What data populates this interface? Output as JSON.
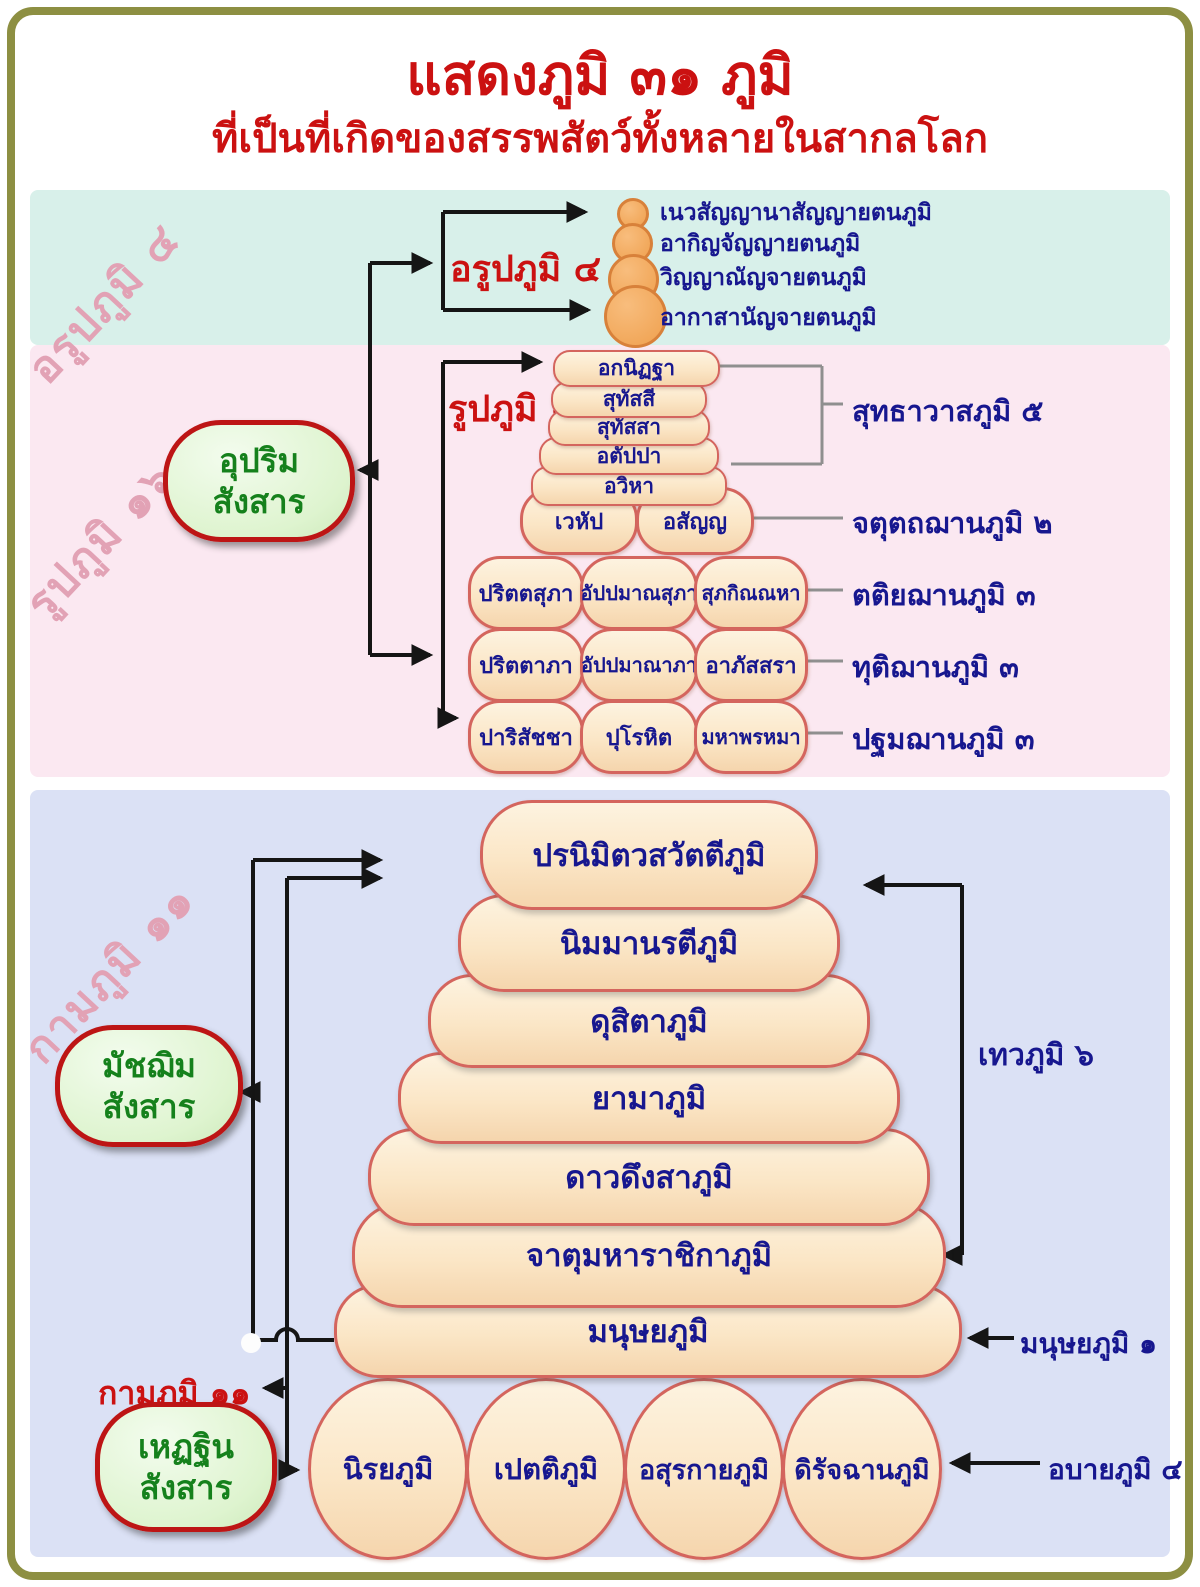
{
  "title": "แสดงภูมิ ๓๑ ภูมิ",
  "subtitle": "ที่เป็นที่เกิดของสรรพสัตว์ทั้งหลายในสากลโลก",
  "colors": {
    "frame": "#8d8f42",
    "title_red": "#cb1111",
    "navy_text": "#17178f",
    "green_text": "#15811c",
    "bubble_border_red": "#bd1515",
    "watermark_pink": "#e2a2b5",
    "arupa_band": "#d8f0ea",
    "rupa_band": "#fbe8f1",
    "kama_band": "#dbe1f5",
    "pill_fill": "#fbe6c6",
    "pill_border": "#d4655e",
    "circle_fill": "#f3a95e"
  },
  "arupa": {
    "watermark": "อรูปภูมิ ๔",
    "label": "อรูปภูมิ ๔",
    "planes": [
      "เนวสัญญานาสัญญายตนภูมิ",
      "อากิญจัญญายตนภูมิ",
      "วิญญาณัญจายตนภูมิ",
      "อากาสานัญจายตนภูมิ"
    ]
  },
  "rupa": {
    "watermark": "รูปภูมิ ๑๖",
    "label": "รูปภูมิ ๑๖",
    "bubble": {
      "line1": "อุปริม",
      "line2": "สังสาร"
    },
    "suddhavasa": [
      "อกนิฏฐา",
      "สุทัสสี",
      "สุทัสสา",
      "อตัปปา",
      "อวิหา"
    ],
    "suddhavasa_label": "สุทธาวาสภูมิ ๕",
    "jhana4": [
      "เวหัป",
      "อสัญญ"
    ],
    "jhana4_label": "จตุตถฌานภูมิ ๒",
    "jhana3": [
      "ปริตตสุภา",
      "อัปปมาณสุภา",
      "สุภกิณณหา"
    ],
    "jhana3_label": "ตติยฌานภูมิ ๓",
    "jhana2": [
      "ปริตตาภา",
      "อัปปมาณาภา",
      "อาภัสสรา"
    ],
    "jhana2_label": "ทุติฌานภูมิ ๓",
    "jhana1": [
      "ปาริสัชชา",
      "ปุโรหิต",
      "มหาพรหมา"
    ],
    "jhana1_label": "ปฐมฌานภูมิ ๓"
  },
  "kama": {
    "watermark": "กามภูมิ ๑๑",
    "label": "กามภูมิ ๑๑",
    "bubble_middle": {
      "line1": "มัชฌิม",
      "line2": "สังสาร"
    },
    "bubble_lower": {
      "line1": "เหฏฐิน",
      "line2": "สังสาร"
    },
    "stack": [
      "ปรนิมิตวสวัตตีภูมิ",
      "นิมมานรตีภูมิ",
      "ดุสิตาภูมิ",
      "ยามาภูมิ",
      "ดาวดึงสาภูมิ",
      "จาตุมหาราชิกาภูมิ",
      "มนุษยภูมิ"
    ],
    "deva_label": "เทวภูมิ ๖",
    "human_label": "มนุษยภูมิ ๑",
    "apaya": [
      "นิรยภูมิ",
      "เปตติภูมิ",
      "อสุรกายภูมิ",
      "ดิรัจฉานภูมิ"
    ],
    "apaya_label": "อบายภูมิ ๔"
  }
}
